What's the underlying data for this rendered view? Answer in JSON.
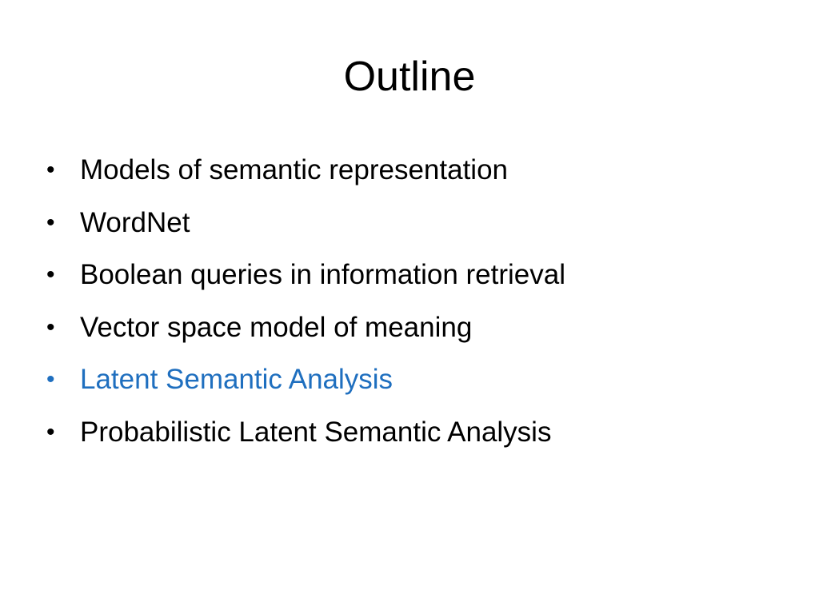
{
  "slide": {
    "title": "Outline",
    "bullets": [
      {
        "text": "Models of semantic representation",
        "highlighted": false
      },
      {
        "text": "WordNet",
        "highlighted": false
      },
      {
        "text": "Boolean queries in information retrieval",
        "highlighted": false
      },
      {
        "text": "Vector space model of meaning",
        "highlighted": false
      },
      {
        "text": "Latent Semantic Analysis",
        "highlighted": true
      },
      {
        "text": "Probabilistic Latent Semantic Analysis",
        "highlighted": false
      }
    ],
    "bullet_symbol": "•"
  },
  "colors": {
    "text": "#000000",
    "highlight": "#1f6fbf",
    "background": "#ffffff"
  }
}
